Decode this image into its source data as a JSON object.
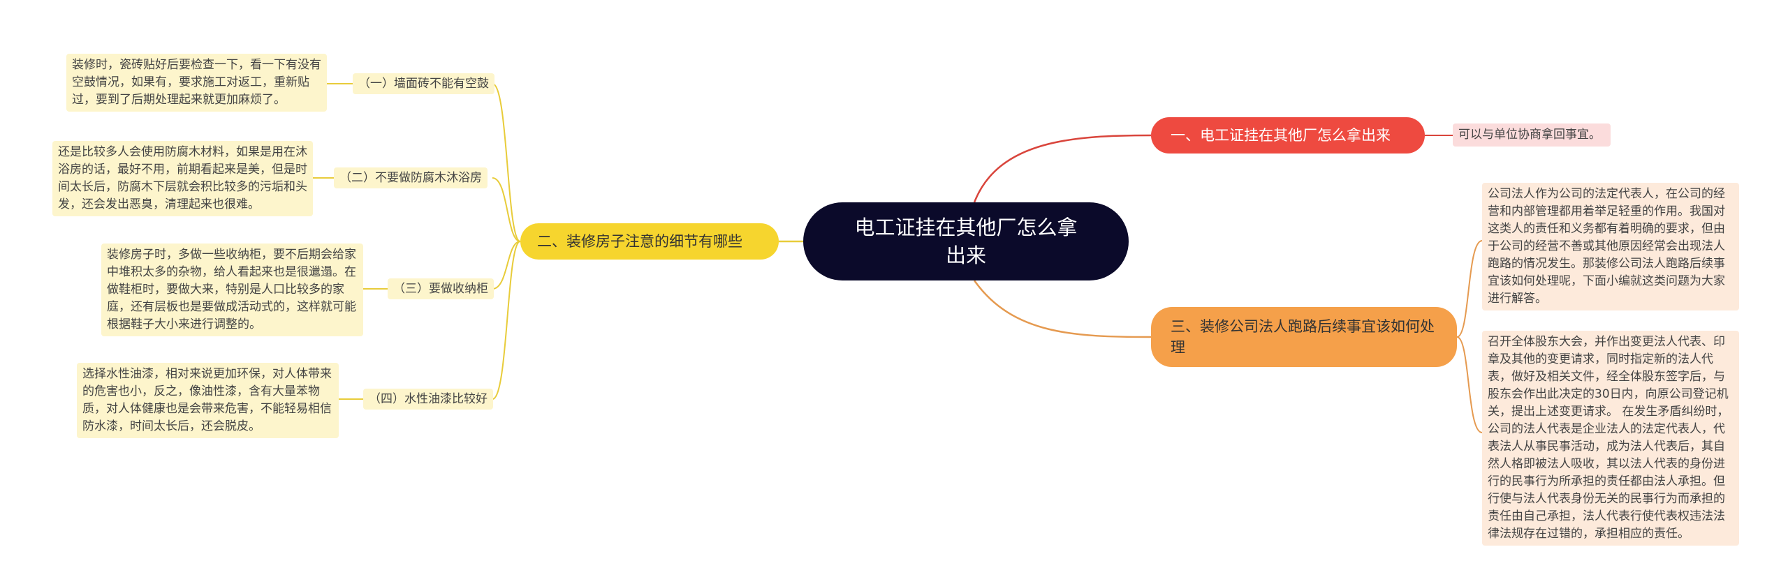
{
  "root": {
    "title": "电工证挂在其他厂怎么拿出来"
  },
  "branches": {
    "b1": {
      "label": "一、电工证挂在其他厂怎么拿出来",
      "note": "可以与单位协商拿回事宜。"
    },
    "b2": {
      "label": "二、装修房子注意的细节有哪些",
      "items": [
        {
          "label": "（一）墙面砖不能有空鼓",
          "text": "装修时，瓷砖贴好后要检查一下，看一下有没有空鼓情况，如果有，要求施工对返工，重新贴过，要到了后期处理起来就更加麻烦了。"
        },
        {
          "label": "（二）不要做防腐木沐浴房",
          "text": "还是比较多人会使用防腐木材料，如果是用在沐浴房的话，最好不用，前期看起来是美，但是时间太长后，防腐木下层就会积比较多的污垢和头发，还会发出恶臭，清理起来也很难。"
        },
        {
          "label": "（三）要做收纳柜",
          "text": "装修房子时，多做一些收纳柜，要不后期会给家中堆积太多的杂物，给人看起来也是很邋遢。在做鞋柜时，要做大来，特别是人口比较多的家庭，还有层板也是要做成活动式的，这样就可能根据鞋子大小来进行调整的。"
        },
        {
          "label": "（四）水性油漆比较好",
          "text": "选择水性油漆，相对来说更加环保，对人体带来的危害也小，反之，像油性漆，含有大量苯物质，对人体健康也是会带来危害，不能轻易相信防水漆，时间太长后，还会脱皮。"
        }
      ]
    },
    "b3": {
      "label": "三、装修公司法人跑路后续事宜该如何处理",
      "notes": [
        "公司法人作为公司的法定代表人，在公司的经营和内部管理都用着举足轻重的作用。我国对这类人的责任和义务都有着明确的要求，但由于公司的经营不善或其他原因经常会出现法人跑路的情况发生。那装修公司法人跑路后续事宜该如何处理呢，下面小编就这类问题为大家进行解答。",
        "召开全体股东大会，并作出变更法人代表、印章及其他的变更请求，同时指定新的法人代表，做好及相关文件，经全体股东签字后，与股东会作出此决定的30日内，向原公司登记机关，提出上述变更请求。 在发生矛盾纠纷时，公司的法人代表是企业法人的法定代表人，代表法人从事民事活动，成为法人代表后，其自然人格即被法人吸收，其以法人代表的身份进行的民事行为所承担的责任都由法人承担。但行使与法人代表身份无关的民事行为而承担的责任由自己承担，法人代表行使代表权违法法律法规存在过错的，承担相应的责任。"
      ]
    }
  },
  "colors": {
    "root": "#0b0a2a",
    "branch1": "#ee4a40",
    "branch2": "#f6d52e",
    "branch3": "#f5a04a",
    "link1": "#d9453c",
    "link2": "#e8cc3a",
    "link3": "#e59a50"
  }
}
